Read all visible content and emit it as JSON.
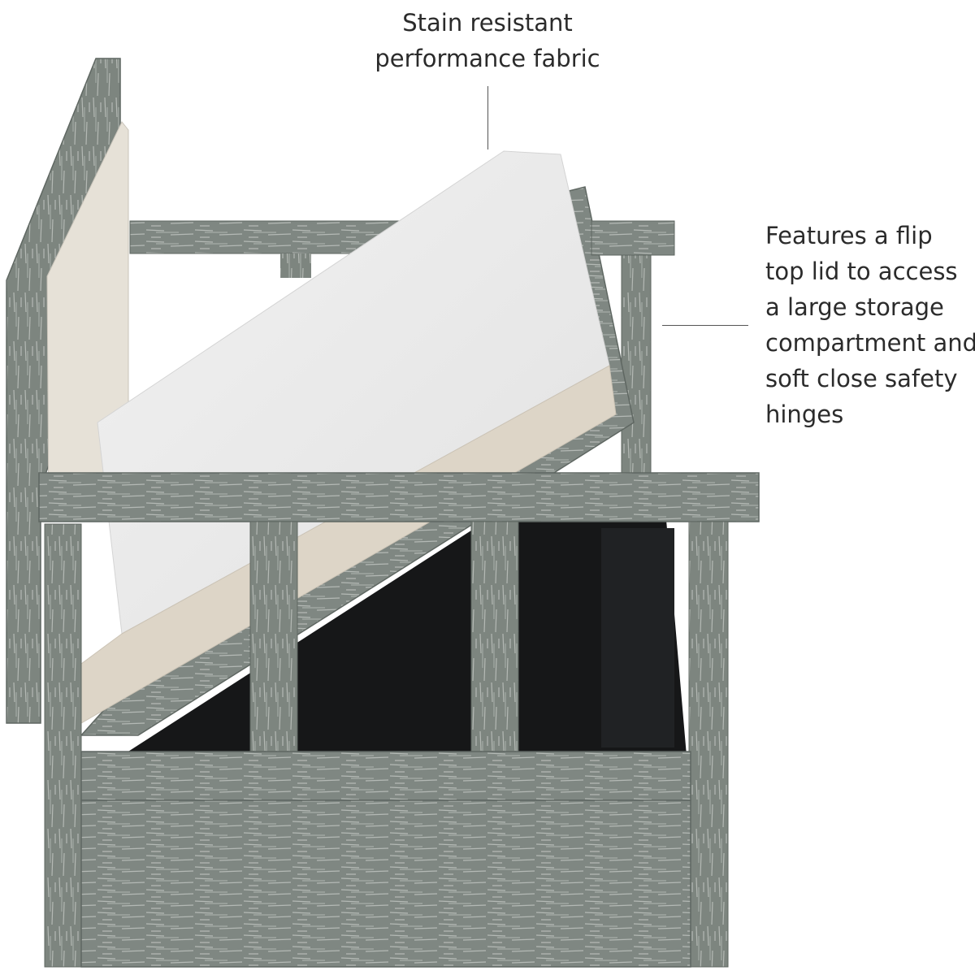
{
  "image": {
    "subject": "storage-bench",
    "colors": {
      "background": "#ffffff",
      "wood": "#7f8782",
      "wood_dark": "#5f6762",
      "wood_light": "#b9beba",
      "cushion_top": "#e9e9e9",
      "cushion_side": "#ddd5c7",
      "interior": "#161718",
      "text": "#2b2b2b"
    }
  },
  "callouts": {
    "top": {
      "lines": [
        "Stain resistant",
        "performance fabric"
      ]
    },
    "right": {
      "lines": [
        "Features a flip",
        "top lid to access",
        "a large storage",
        "compartment and",
        "soft close safety",
        "hinges"
      ]
    }
  }
}
